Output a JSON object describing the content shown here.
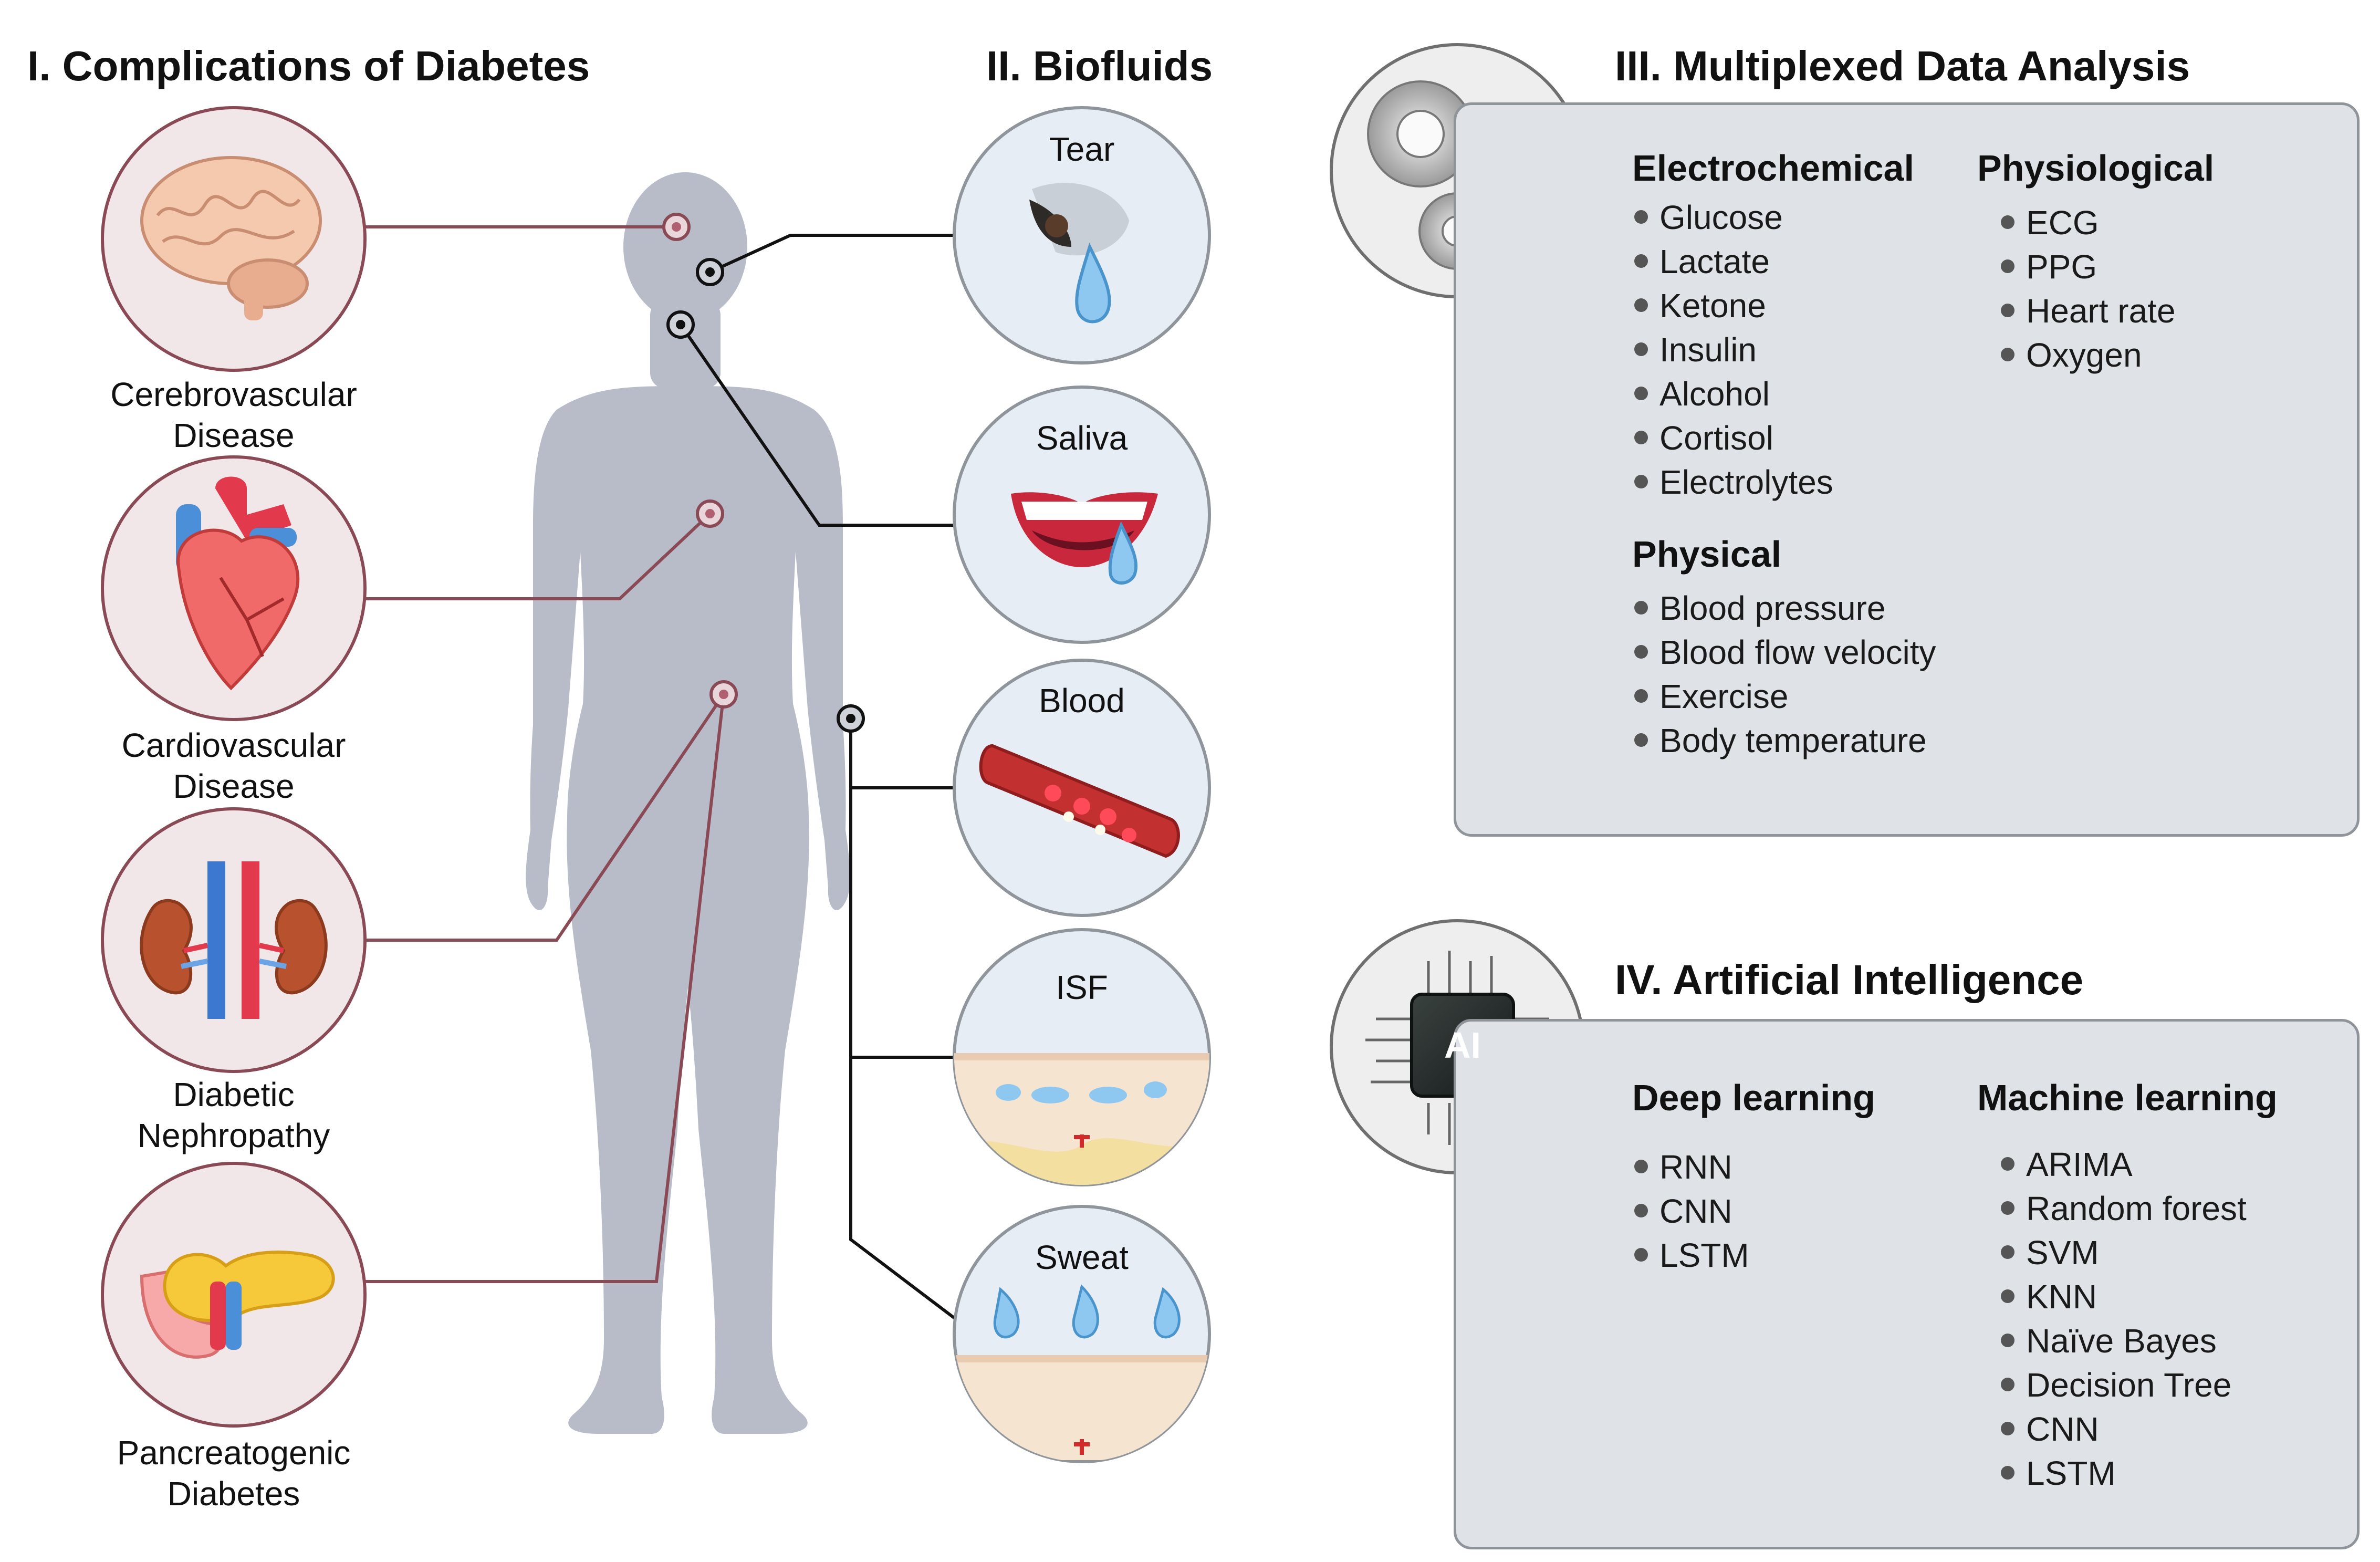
{
  "section1": {
    "heading": "I. Complications of Diabetes",
    "items": [
      {
        "line1": "Cerebrovascular",
        "line2": "Disease",
        "icon": "brain-icon"
      },
      {
        "line1": "Cardiovascular",
        "line2": "Disease",
        "icon": "heart-icon"
      },
      {
        "line1": "Diabetic",
        "line2": "Nephropathy",
        "icon": "kidney-icon"
      },
      {
        "line1": "Pancreatogenic",
        "line2": "Diabetes",
        "icon": "pancreas-icon"
      }
    ]
  },
  "section2": {
    "heading": "II. Biofluids",
    "items": [
      {
        "label": "Tear",
        "icon": "eye-tear-icon"
      },
      {
        "label": "Saliva",
        "icon": "mouth-saliva-icon"
      },
      {
        "label": "Blood",
        "icon": "blood-vessel-icon"
      },
      {
        "label": "ISF",
        "icon": "skin-isf-icon"
      },
      {
        "label": "Sweat",
        "icon": "sweat-drops-icon"
      }
    ]
  },
  "section3": {
    "heading": "III. Multiplexed Data Analysis",
    "icon": "gears-icon",
    "electrochemical": {
      "title": "Electrochemical",
      "items": [
        "Glucose",
        "Lactate",
        "Ketone",
        "Insulin",
        "Alcohol",
        "Cortisol",
        "Electrolytes"
      ]
    },
    "physiological": {
      "title": "Physiological",
      "items": [
        "ECG",
        "PPG",
        "Heart rate",
        "Oxygen"
      ]
    },
    "physical": {
      "title": "Physical",
      "items": [
        "Blood pressure",
        "Blood flow velocity",
        "Exercise",
        "Body temperature"
      ]
    }
  },
  "section4": {
    "heading": "IV. Artificial Intelligence",
    "icon": "ai-chip-icon",
    "chip_label": "AI",
    "deep": {
      "title": "Deep learning",
      "items": [
        "RNN",
        "CNN",
        "LSTM"
      ]
    },
    "machine": {
      "title": "Machine learning",
      "items": [
        "ARIMA",
        "Random forest",
        "SVM",
        "KNN",
        "Naïve Bayes",
        "Decision Tree",
        "CNN",
        "LSTM"
      ]
    }
  },
  "colors": {
    "complication_line": "#8a4a55",
    "biofluid_line": "#111111",
    "body": "#b8bcc8",
    "panel": "#dfe3e8",
    "circle_pink": "#f1e6e8",
    "circle_blue": "#e6edf5"
  }
}
